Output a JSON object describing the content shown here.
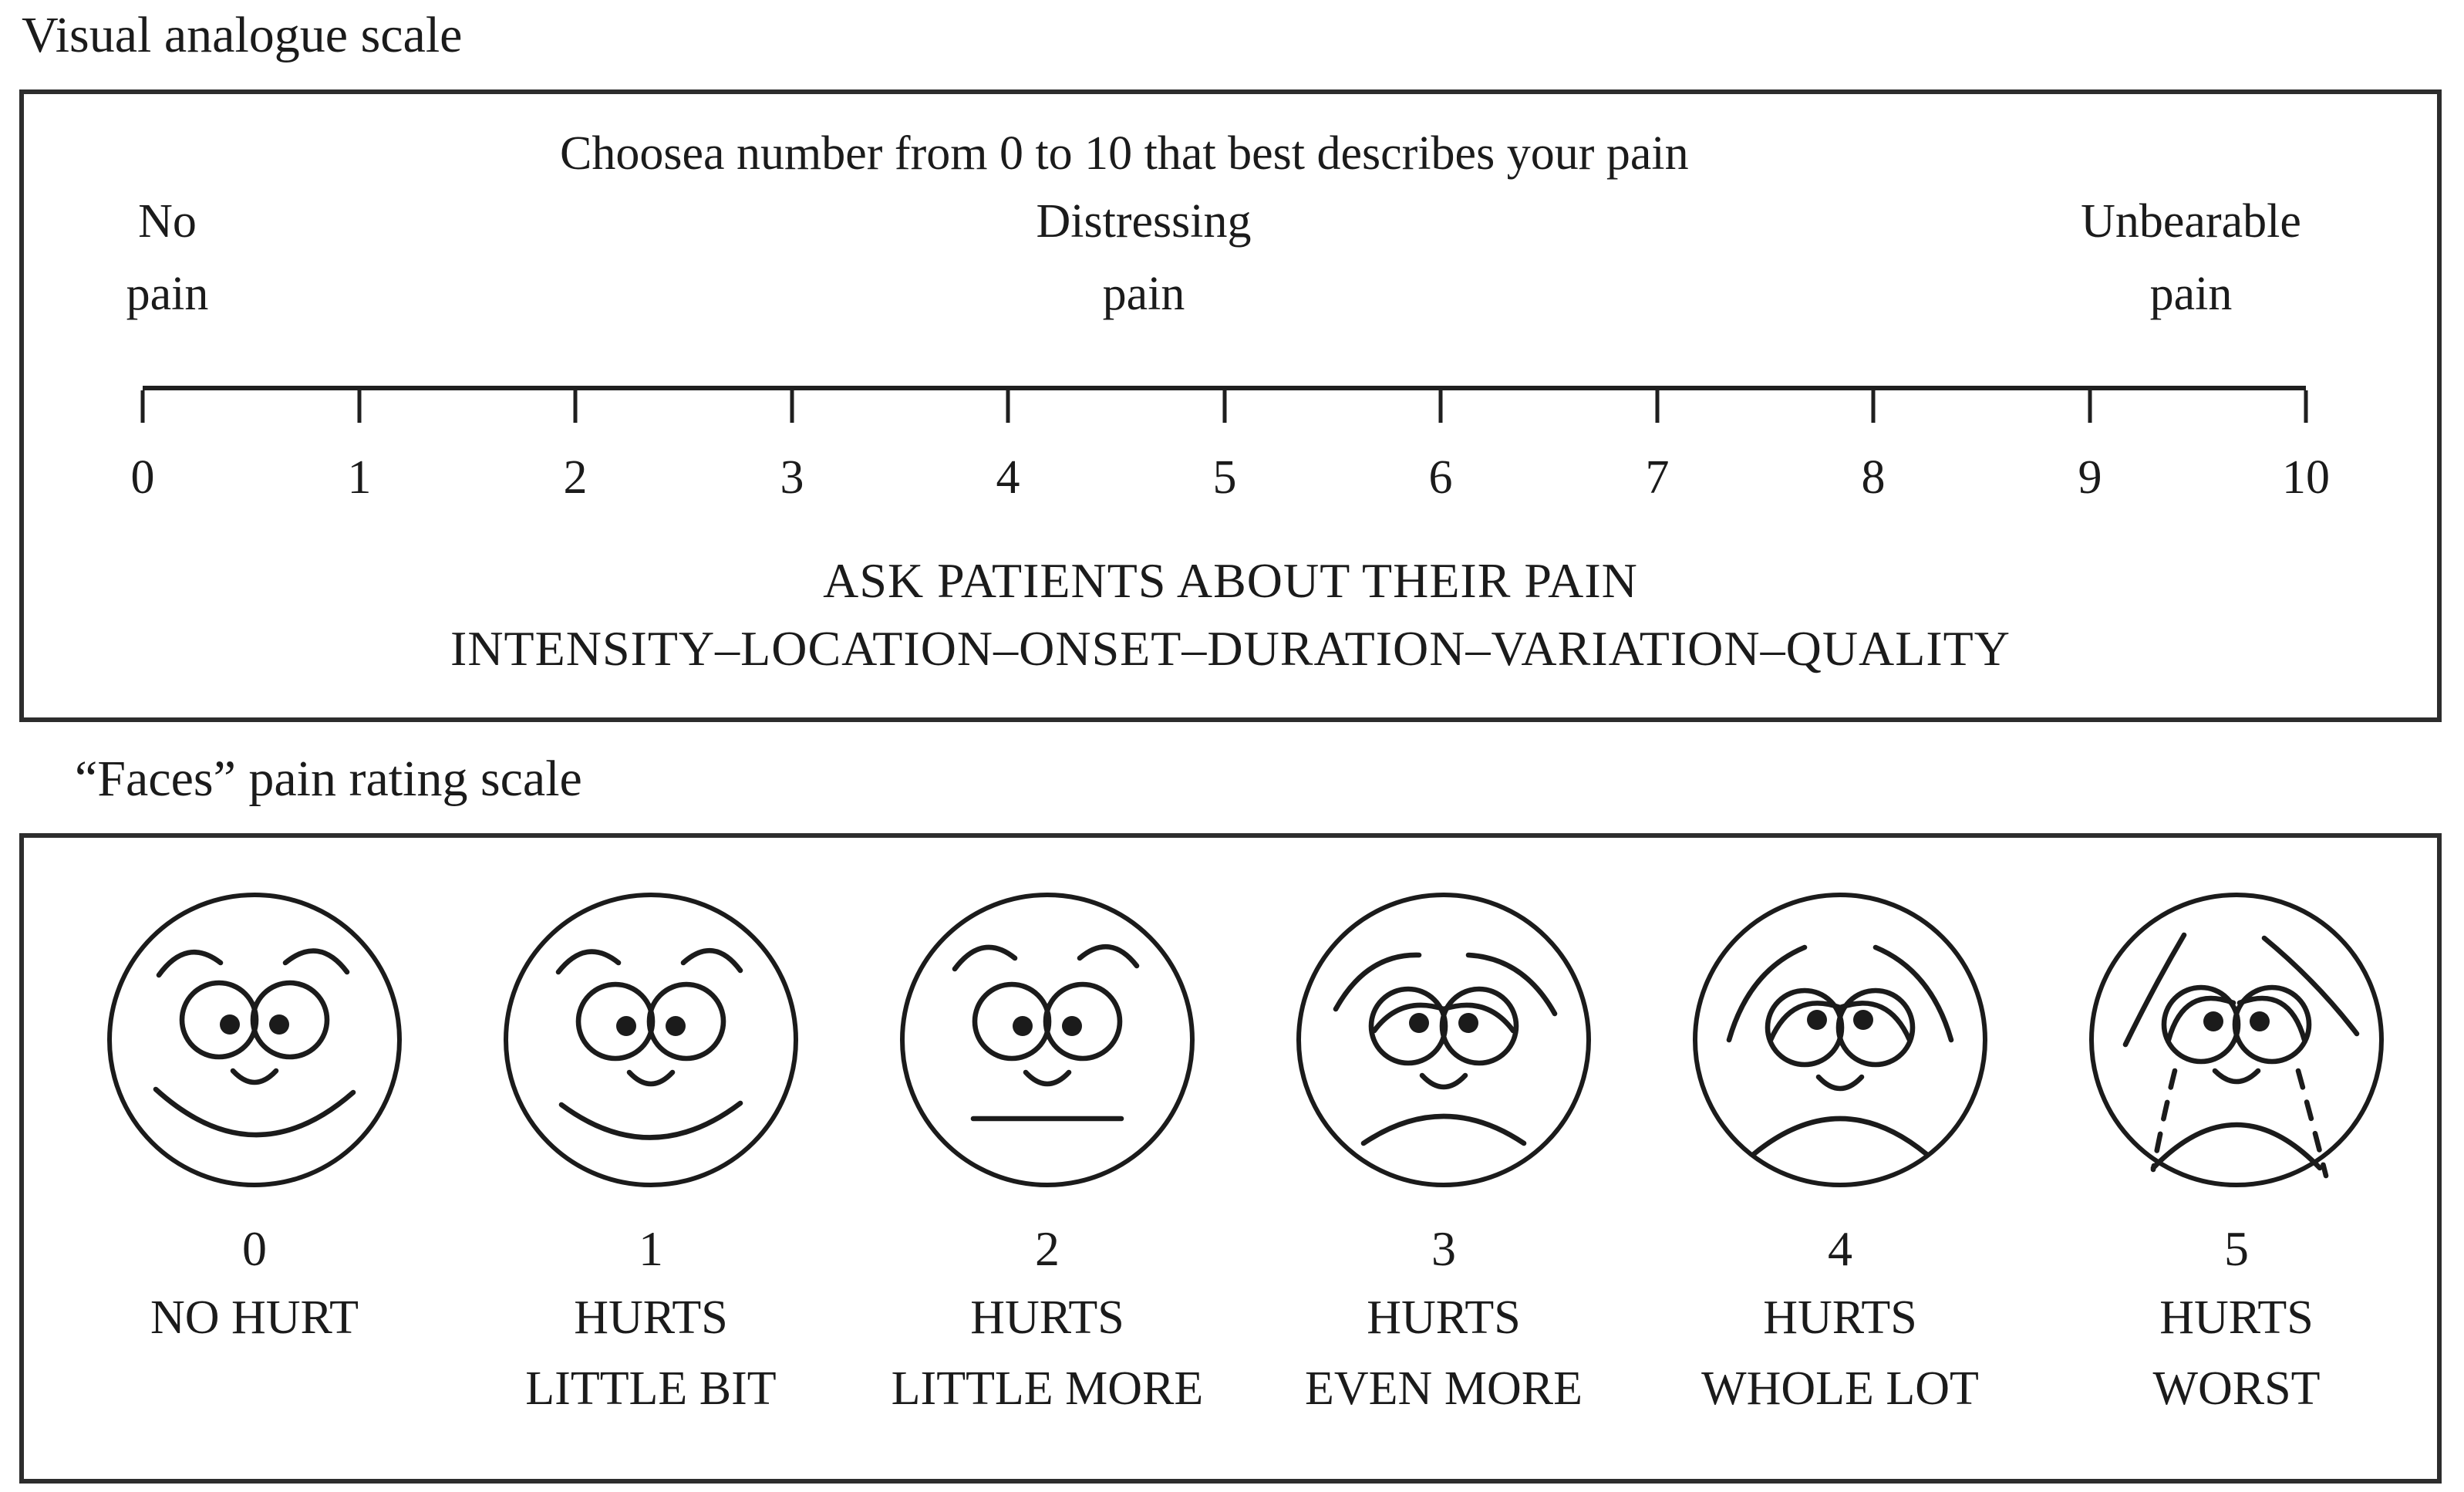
{
  "vas": {
    "title": "Visual analogue scale",
    "instruction": "Choosea number from 0 to 10 that best describes your pain",
    "anchors": [
      {
        "line1": "No",
        "line2": "pain"
      },
      {
        "line1": "Distressing",
        "line2": "pain"
      },
      {
        "line1": "Unbearable",
        "line2": "pain"
      }
    ],
    "scale_ticks": [
      "0",
      "1",
      "2",
      "3",
      "4",
      "5",
      "6",
      "7",
      "8",
      "9",
      "10"
    ],
    "footer_line1": "ASK PATIENTS ABOUT THEIR PAIN",
    "footer_line2": "INTENSITY–LOCATION–ONSET–DURATION–VARIATION–QUALITY"
  },
  "faces_scale": {
    "title": "“Faces” pain rating scale",
    "faces": [
      {
        "value": "0",
        "label_line1": "NO HURT",
        "label_line2": "",
        "expression": "big-smile"
      },
      {
        "value": "1",
        "label_line1": "HURTS",
        "label_line2": "LITTLE BIT",
        "expression": "smile"
      },
      {
        "value": "2",
        "label_line1": "HURTS",
        "label_line2": "LITTLE MORE",
        "expression": "neutral"
      },
      {
        "value": "3",
        "label_line1": "HURTS",
        "label_line2": "EVEN MORE",
        "expression": "frown"
      },
      {
        "value": "4",
        "label_line1": "HURTS",
        "label_line2": "WHOLE LOT",
        "expression": "deep-frown"
      },
      {
        "value": "5",
        "label_line1": "HURTS",
        "label_line2": "WORST",
        "expression": "crying"
      }
    ]
  },
  "colors": {
    "ink": "#1b1b1b",
    "border": "#2d2d2d",
    "background": "#ffffff"
  }
}
